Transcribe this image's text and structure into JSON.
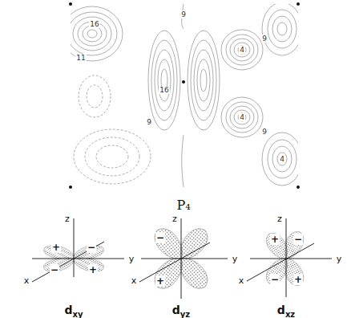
{
  "diagram": {
    "labels": [
      "16",
      "11",
      "9",
      "16",
      "9",
      "4",
      "9",
      "4",
      "9",
      "4",
      "P₄",
      "z",
      "y",
      "x",
      "+",
      "−",
      "−",
      "+",
      "dxy",
      "z",
      "y",
      "x",
      "−",
      "+",
      "dyz",
      "z",
      "y",
      "x",
      "+",
      "−",
      "−",
      "+",
      "dxz"
    ]
  }
}
